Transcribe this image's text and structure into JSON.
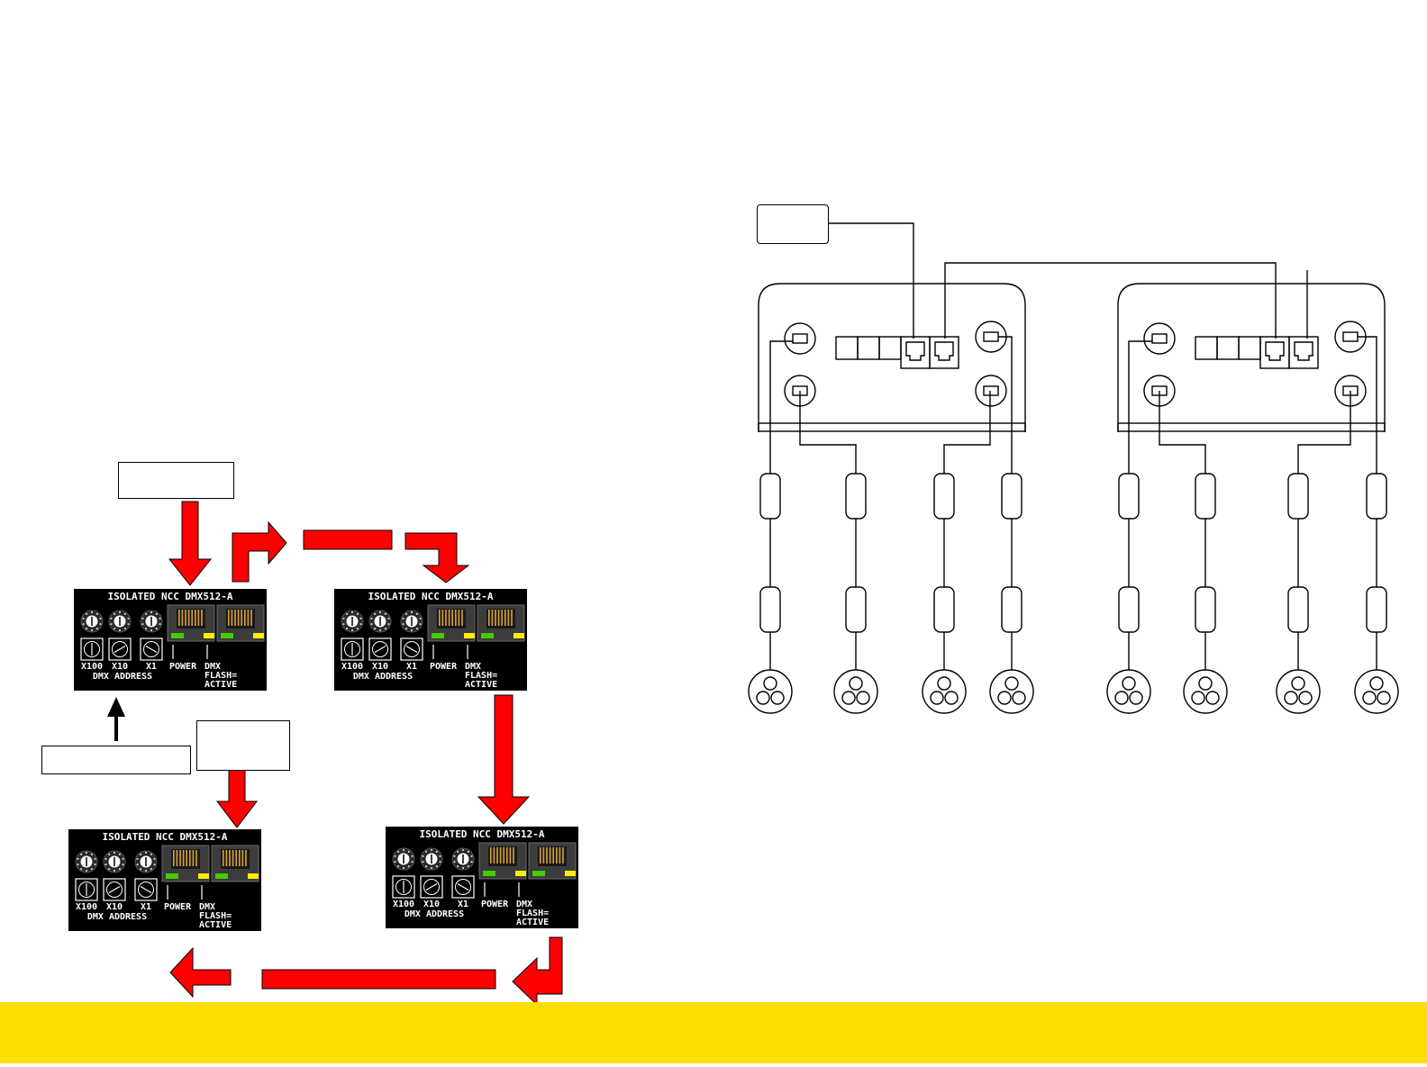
{
  "module": {
    "title": "ISOLATED NCC DMX512-A",
    "dial_labels": [
      "X100",
      "X10",
      "X1"
    ],
    "address_label": "DMX ADDRESS",
    "power_label": "POWER",
    "dmx_label_lines": [
      "DMX",
      "FLASH=",
      "ACTIVE"
    ]
  },
  "colors": {
    "flow_arrow": "#ff0000",
    "footer_band": "#ffdd00",
    "led_green": "#44cc00",
    "led_yellow": "#ffee00",
    "module_bg": "#000000"
  },
  "icons": {
    "dial": "rotary-dial-icon",
    "rj45": "rj45-port-icon",
    "connector": "three-pin-connector-icon",
    "splice": "inline-splice-icon"
  }
}
